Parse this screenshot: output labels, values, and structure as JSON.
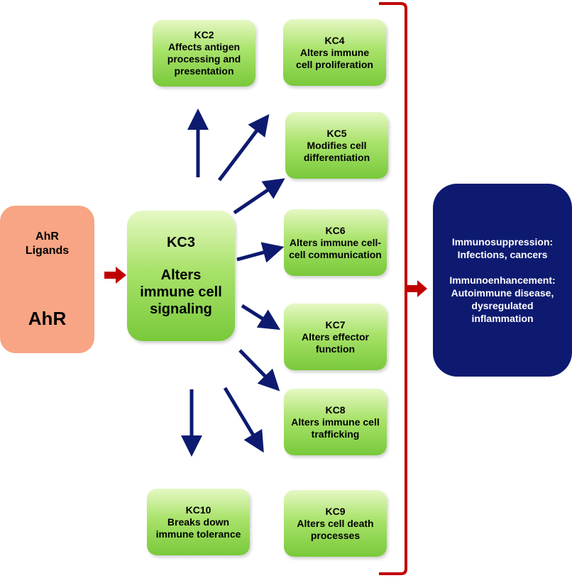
{
  "source": {
    "line1": "AhR",
    "line2": "Ligands",
    "target": "AhR"
  },
  "center": {
    "id": "KC3",
    "text_lines": [
      "Alters",
      "immune cell",
      "signaling"
    ]
  },
  "key_characteristics": [
    {
      "id": "KC2",
      "lines": [
        "Affects antigen",
        "processing and",
        "presentation"
      ]
    },
    {
      "id": "KC4",
      "lines": [
        "Alters immune",
        "cell proliferation"
      ]
    },
    {
      "id": "KC5",
      "lines": [
        "Modifies cell",
        "differentiation"
      ]
    },
    {
      "id": "KC6",
      "lines": [
        "Alters immune cell-",
        "cell communication"
      ]
    },
    {
      "id": "KC7",
      "lines": [
        "Alters effector",
        "function"
      ]
    },
    {
      "id": "KC8",
      "lines": [
        "Alters immune cell",
        "trafficking"
      ]
    },
    {
      "id": "KC10",
      "lines": [
        "Breaks down",
        "immune tolerance"
      ]
    },
    {
      "id": "KC9",
      "lines": [
        "Alters cell death",
        "processes"
      ]
    }
  ],
  "outcome": {
    "heading1": "Immunosuppression:",
    "detail1": "Infections, cancers",
    "heading2": "Immunoenhancement:",
    "detail2_lines": [
      "Autoimmune disease,",
      "dysregulated",
      "inflammation"
    ]
  },
  "colors": {
    "source_box": "#f7a584",
    "kc_green": "#8fd450",
    "outcome_box": "#0d1a70",
    "blue_arrow": "#0d1a70",
    "red_arrow": "#c00000",
    "bracket": "#c00000"
  }
}
